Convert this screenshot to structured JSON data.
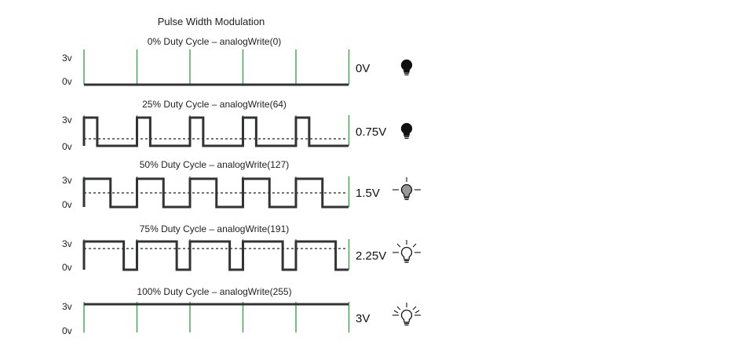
{
  "title": "Pulse Width Modulation",
  "axis_labels": {
    "high": "3v",
    "low": "0v"
  },
  "rows": [
    {
      "label": "0% Duty Cycle – analogWrite(0)",
      "duty": 0.0,
      "voltage_label": "0V",
      "bulb": "off"
    },
    {
      "label": "25% Duty Cycle – analogWrite(64)",
      "duty": 0.25,
      "voltage_label": "0.75V",
      "bulb": "off"
    },
    {
      "label": "50% Duty Cycle – analogWrite(127)",
      "duty": 0.5,
      "voltage_label": "1.5V",
      "bulb": "dim"
    },
    {
      "label": "75% Duty Cycle – analogWrite(191)",
      "duty": 0.75,
      "voltage_label": "2.25V",
      "bulb": "bright"
    },
    {
      "label": "100% Duty Cycle – analogWrite(255)",
      "duty": 1.0,
      "voltage_label": "3V",
      "bulb": "full"
    }
  ],
  "colors": {
    "signal": "#333333",
    "period_marker": "#2e9e3e",
    "average_line": "#222222",
    "bulb_off": "#111111",
    "bulb_dim": "#999999",
    "bulb_on": "#ffffff"
  },
  "icons": {
    "off": "lightbulb-off-icon",
    "dim": "lightbulb-dim-icon",
    "bright": "lightbulb-glow-icon",
    "full": "lightbulb-bright-icon"
  }
}
